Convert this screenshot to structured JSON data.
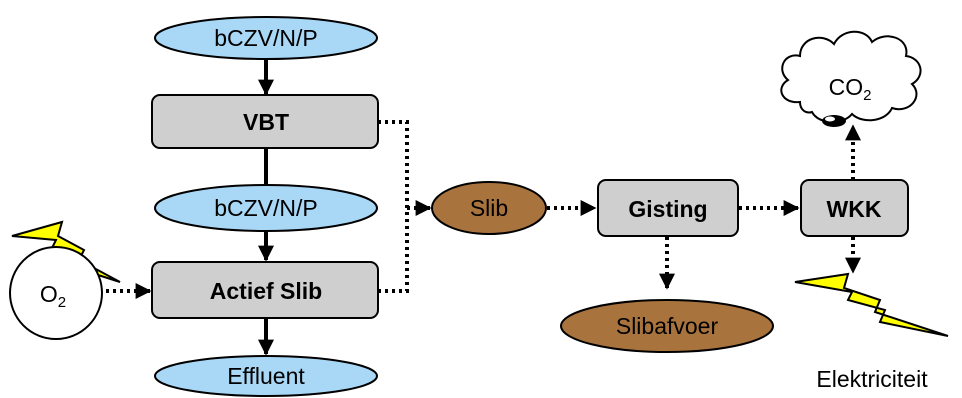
{
  "nodes": {
    "influent": {
      "label": "bCZV/N/P",
      "fill": "#a9d8f7"
    },
    "vbt": {
      "label": "VBT",
      "fill": "#cfcfcf"
    },
    "mid_stream": {
      "label": "bCZV/N/P",
      "fill": "#a9d8f7"
    },
    "actief_slib": {
      "label": "Actief Slib",
      "fill": "#cfcfcf"
    },
    "effluent": {
      "label": "Effluent",
      "fill": "#a9d8f7"
    },
    "oxygen": {
      "label": "O",
      "sub": "2"
    },
    "slib": {
      "label": "Slib",
      "fill": "#a9733e"
    },
    "gisting": {
      "label": "Gisting",
      "fill": "#cfcfcf"
    },
    "slibafvoer": {
      "label": "Slibafvoer",
      "fill": "#a9733e"
    },
    "wkk": {
      "label": "WKK",
      "fill": "#cfcfcf"
    },
    "co2": {
      "label": "CO",
      "sub": "2"
    },
    "elektriciteit": {
      "label": "Elektriciteit"
    }
  },
  "colors": {
    "lightning": "#ffff00",
    "outline": "#000000"
  }
}
